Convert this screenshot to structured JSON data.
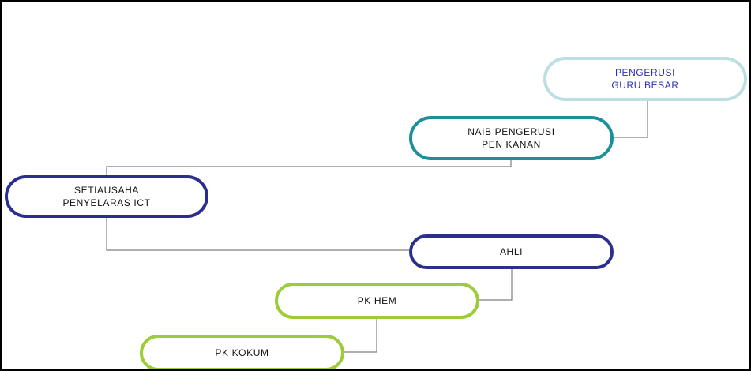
{
  "colors": {
    "connector": "#7f7f7f",
    "frame_border": "#000000",
    "pengerusi_border": "#bcdfe2",
    "pengerusi_text": "#2d2fb4",
    "naib_border": "#1b9098",
    "setiausaha_border": "#2b2e8c",
    "ahli_border": "#2b2e8c",
    "pk_border": "#9ccc3a"
  },
  "nodes": {
    "pengerusi": {
      "line1": "PENGERUSI",
      "line2": "GURU BESAR"
    },
    "naib": {
      "line1": "NAIB PENGERUSI",
      "line2": "PEN KANAN"
    },
    "setiausaha": {
      "line1": "SETIAUSAHA",
      "line2": "PENYELARAS ICT"
    },
    "ahli": {
      "line1": "AHLI"
    },
    "pk_hem": {
      "line1": "PK HEM"
    },
    "pk_kokum": {
      "line1": "PK KOKUM"
    }
  }
}
